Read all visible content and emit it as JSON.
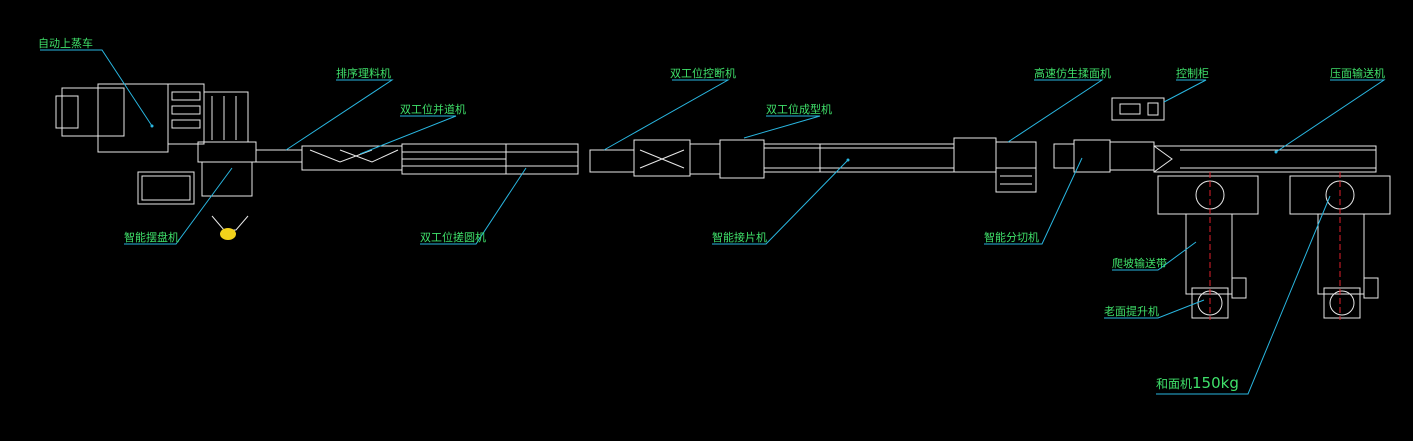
{
  "labels": {
    "auto_loader": "自动上蒸车",
    "sorting_machine": "排序理料机",
    "dual_merge_machine": "双工位并道机",
    "dual_kneading_machine": "双工位控断机",
    "dual_forming_machine": "双工位成型机",
    "high_speed_pressing": "高速仿生揉面机",
    "control_cabinet": "控制柜",
    "press_conveyor": "压面输送机",
    "smart_tray_machine": "智能摆盘机",
    "dual_rounding_machine": "双工位搓圆机",
    "smart_sheet_machine": "智能接片机",
    "smart_cutting_machine": "智能分切机",
    "climbing_conveyor": "爬坡输送带",
    "dough_lift": "老面提升机",
    "mixer_name": "和面机",
    "mixer_capacity": "150kg"
  },
  "colors": {
    "background": "#000000",
    "label": "#3fe06a",
    "leader": "#29b6e0",
    "drawing": "#e8e8e8",
    "centerline": "#e0202c",
    "accent": "#f2d21b"
  }
}
